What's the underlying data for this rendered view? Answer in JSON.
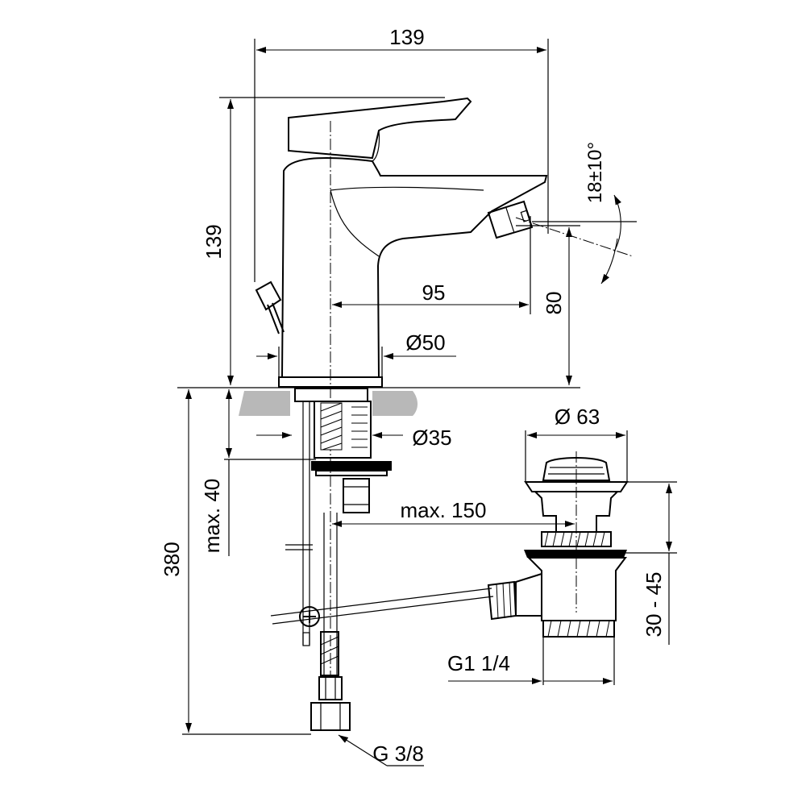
{
  "colors": {
    "line": "#000000",
    "surface": "#b8b8b8",
    "background": "#ffffff"
  },
  "dimensions": {
    "overall_width": "139",
    "overall_height": "139",
    "spout_reach": "95",
    "spout_height": "80",
    "base_diameter": "Ø50",
    "hole_diameter": "Ø35",
    "nozzle_angle": "18±10°",
    "deck_thickness": "max. 40",
    "hose_length": "380",
    "inlet_thread": "G 3/8",
    "pipe_distance": "max. 150",
    "waste_diameter": "Ø 63",
    "waste_range": "30 - 45",
    "waste_thread": "G1 1/4"
  }
}
